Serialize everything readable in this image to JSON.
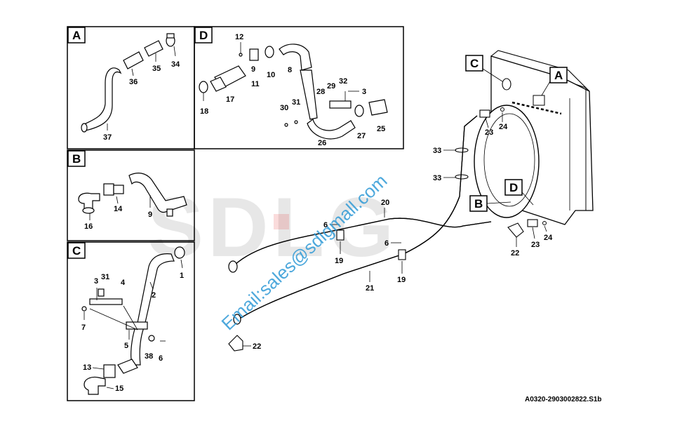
{
  "diagram": {
    "panels": [
      {
        "letter": "A",
        "parts": [
          "37",
          "36",
          "35",
          "34"
        ]
      },
      {
        "letter": "B",
        "parts": [
          "16",
          "14",
          "9"
        ]
      },
      {
        "letter": "C",
        "parts": [
          "1",
          "2",
          "3",
          "31",
          "4",
          "7",
          "5",
          "38",
          "6",
          "13",
          "15"
        ]
      },
      {
        "letter": "D",
        "parts": [
          "12",
          "9",
          "10",
          "8",
          "11",
          "17",
          "18",
          "28",
          "29",
          "32",
          "3",
          "30",
          "31",
          "27",
          "25",
          "26"
        ]
      }
    ],
    "main_callouts": [
      "C",
      "A",
      "B",
      "D"
    ],
    "main_parts": [
      "23",
      "24",
      "33",
      "33",
      "20",
      "6",
      "19",
      "6",
      "19",
      "21",
      "22",
      "22",
      "23",
      "24"
    ],
    "watermark_brand": "SDLG",
    "watermark_email": "Email:sales@sdlgmall.com",
    "drawing_code": "A0320-2903002822.S1b"
  }
}
